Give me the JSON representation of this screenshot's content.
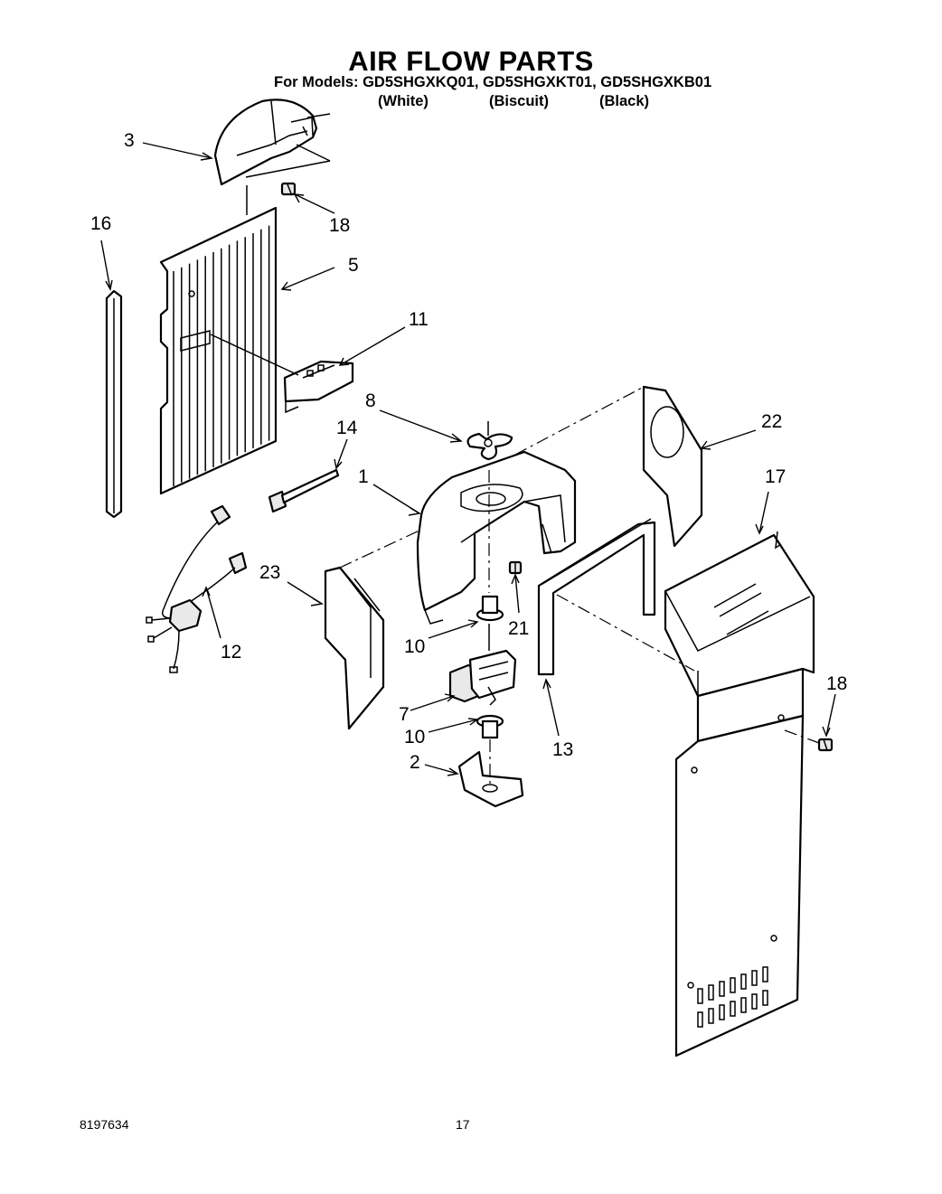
{
  "header": {
    "title": "AIR FLOW PARTS",
    "models_line": "For Models: GD5SHGXKQ01, GD5SHGXKT01, GD5SHGXKB01",
    "variants": [
      "(White)",
      "(Biscuit)",
      "(Black)"
    ]
  },
  "callouts": {
    "c3": "3",
    "c18a": "18",
    "c16": "16",
    "c5": "5",
    "c11": "11",
    "c8": "8",
    "c14": "14",
    "c1": "1",
    "c22": "22",
    "c17": "17",
    "c23": "23",
    "c12": "12",
    "c21": "21",
    "c10a": "10",
    "c7": "7",
    "c10b": "10",
    "c2": "2",
    "c13": "13",
    "c18b": "18"
  },
  "footer": {
    "doc_number": "8197634",
    "page_number": "17"
  }
}
